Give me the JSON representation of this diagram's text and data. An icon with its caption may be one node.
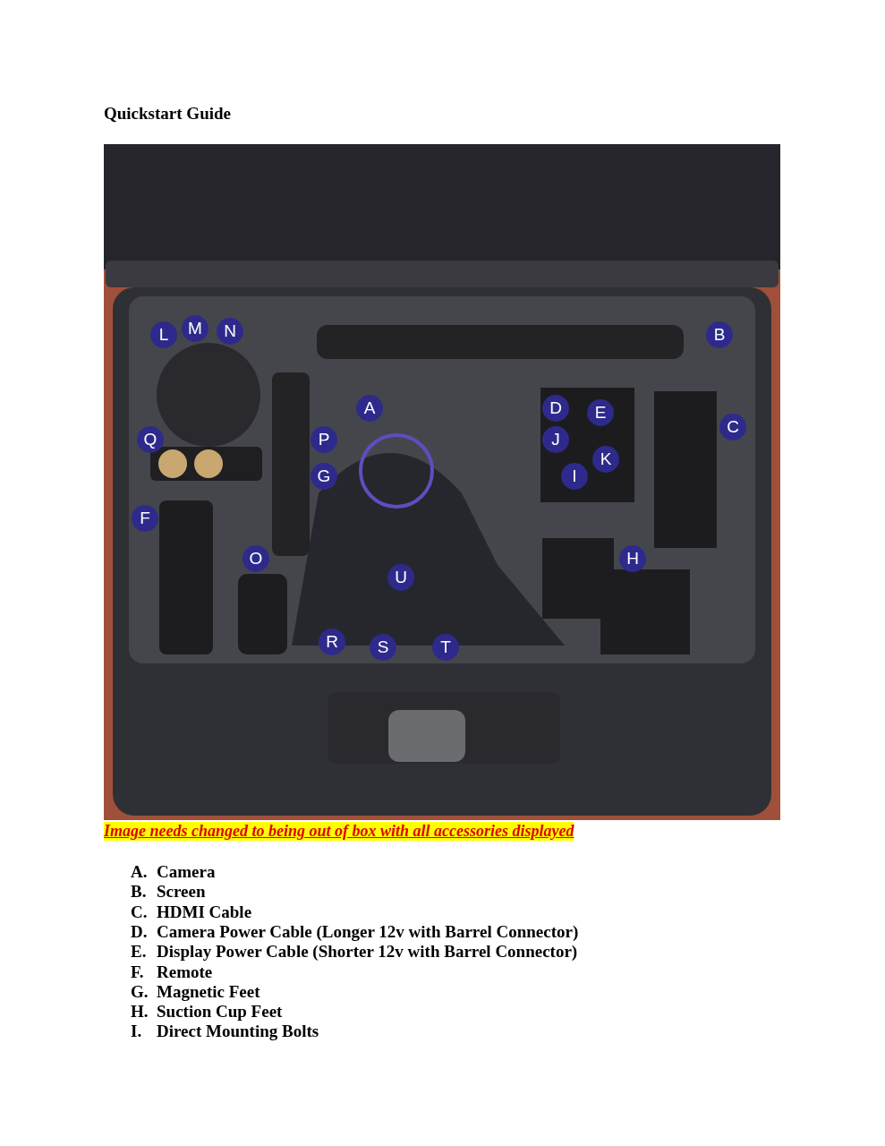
{
  "diagram": {
    "title": "Quickstart Guide",
    "labels": [
      "L",
      "M",
      "N",
      "B",
      "A",
      "D",
      "E",
      "C",
      "Q",
      "P",
      "J",
      "K",
      "G",
      "I",
      "F",
      "O",
      "H",
      "U",
      "R",
      "S",
      "T",
      "Image needs changed to being out of box with all accessories displayed",
      "A.",
      "Camera",
      "B.",
      "Screen",
      "C.",
      "HDMI Cable",
      "D.",
      "Camera Power Cable (Longer 12v with Barrel Connector)",
      "E.",
      "Display Power Cable (Shorter 12v with Barrel Connector)",
      "F.",
      "Remote",
      "G.",
      "Magnetic Feet",
      "H.",
      "Suction Cup Feet",
      "I.",
      "Direct Mounting Bolts"
    ]
  }
}
